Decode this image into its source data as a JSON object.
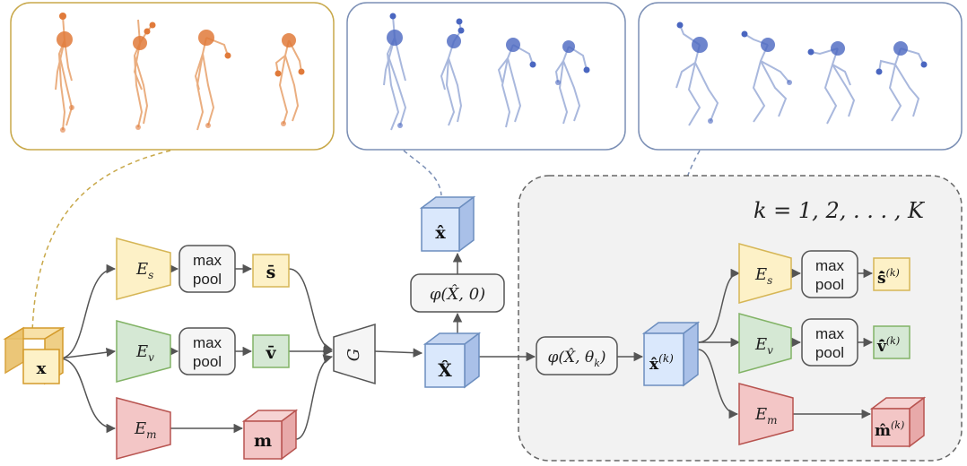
{
  "colors": {
    "orange": "#d97a3a",
    "blue": "#5b78c4",
    "yellow_fill": "#fdf1c7",
    "yellow_stroke": "#d6b656",
    "green_fill": "#d5e8d4",
    "green_stroke": "#82b366",
    "red_fill": "#f3c6c6",
    "red_stroke": "#b85450",
    "blue_fill": "#dae8fc",
    "blue_stroke": "#6c8ebf",
    "gray_box": "#f2f2f2",
    "arrow": "#555555"
  },
  "labels": {
    "x": "x",
    "Es": "E",
    "Es_sub": "s",
    "Ev": "E",
    "Ev_sub": "v",
    "Em": "E",
    "Em_sub": "m",
    "max": "max",
    "pool": "pool",
    "s_bar": "s̄",
    "v_bar": "v̄",
    "m": "m",
    "G": "G",
    "X_hat": "X̂",
    "x_hat": "x̂",
    "phi_zero": "φ(X̂, 0)",
    "phi_theta_a": "φ(X̂, θ",
    "phi_theta_k": "k",
    "phi_theta_b": ")",
    "x_hat_k": "x̂",
    "s_hat_k": "ŝ̄",
    "v_hat_k": "v̂̄",
    "m_hat_k": "m̂",
    "k_sup": "(k)",
    "k_range": "k = 1, 2, . . . , K"
  }
}
